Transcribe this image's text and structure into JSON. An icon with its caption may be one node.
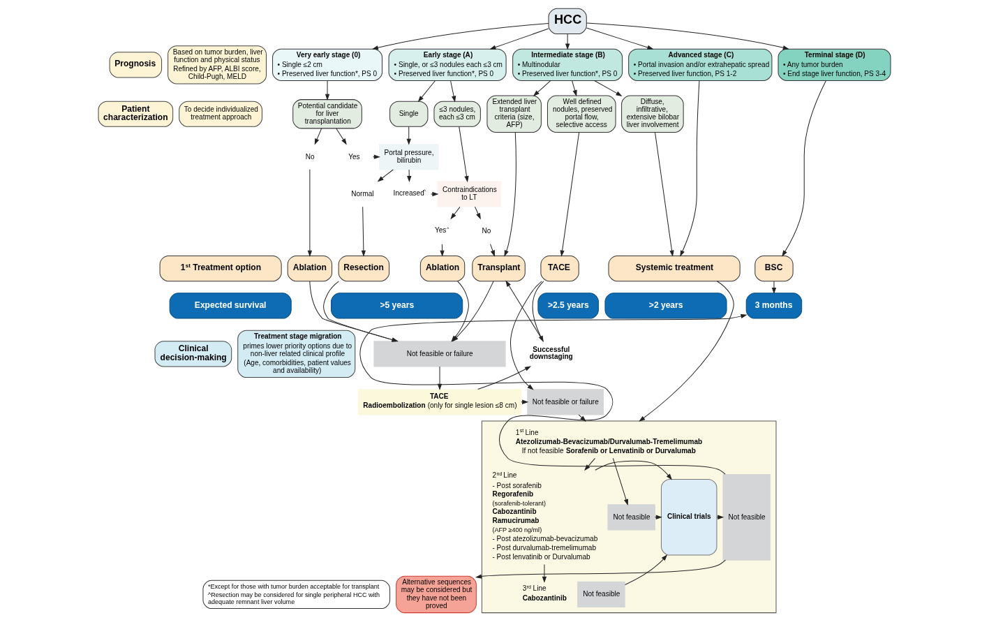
{
  "diagram": {
    "nodes": [
      {
        "text": [
          "HCC"
        ]
      },
      {
        "text": [
          "Prognosis"
        ]
      },
      {
        "text": [
          "Based on tumor burden, liver function and physical status",
          "Refined by AFP, ALBI score, Child-Pugh, MELD"
        ]
      },
      {
        "text": [
          "Very early stage (0)",
          "• Single ≤2 cm",
          "• Preserved liver function*, PS 0"
        ]
      },
      {
        "text": [
          "Early stage (A)",
          "• Single, or ≤3 nodules each ≤3 cm",
          "• Preserved liver function*, PS 0"
        ]
      },
      {
        "text": [
          "Intermediate stage (B)",
          "• Multinodular",
          "• Preserved liver function*, PS 0"
        ]
      },
      {
        "text": [
          "Advanced stage (C)",
          "• Portal invasion and/or extrahepatic spread",
          "• Preserved liver function, PS 1-2"
        ]
      },
      {
        "text": [
          "Terminal stage (D)",
          "• Any tumor burden",
          "• End stage liver function, PS 3-4"
        ]
      },
      {
        "text": [
          "Patient characterization"
        ]
      },
      {
        "text": [
          "To decide individualized treatment approach"
        ]
      },
      {
        "text": [
          "Potential candidate for liver transplantation"
        ]
      },
      {
        "text": [
          "Single"
        ]
      },
      {
        "text": [
          "≤3 nodules, each ≤3 cm"
        ]
      },
      {
        "text": [
          "Extended liver transplant criteria (size, AFP)"
        ]
      },
      {
        "text": [
          "Well defined nodules, preserved portal flow, selective access"
        ]
      },
      {
        "text": [
          "Diffuse, infiltrative, extensive bilobar liver involvement"
        ]
      },
      {
        "text": [
          "Portal pressure, bilirubin"
        ]
      },
      {
        "text": [
          "No"
        ]
      },
      {
        "text": [
          "Yes"
        ]
      },
      {
        "text": [
          "Contraindications to LT"
        ]
      },
      {
        "text": [
          "Normal"
        ]
      },
      {
        "text": [
          "Increased$^{^}$"
        ]
      },
      {
        "text": [
          "Yes$^{^}$"
        ]
      },
      {
        "text": [
          "No"
        ]
      },
      {
        "text": [
          "1$^{st}$ Treatment option"
        ]
      },
      {
        "text": [
          "Ablation"
        ]
      },
      {
        "text": [
          "Resection"
        ]
      },
      {
        "text": [
          "Ablation"
        ]
      },
      {
        "text": [
          "Transplant"
        ]
      },
      {
        "text": [
          "TACE"
        ]
      },
      {
        "text": [
          "Systemic treatment"
        ]
      },
      {
        "text": [
          "BSC"
        ]
      },
      {
        "text": [
          "Expected survival"
        ]
      },
      {
        "text": [
          ">5 years"
        ]
      },
      {
        "text": [
          ">2.5 years"
        ]
      },
      {
        "text": [
          ">2 years"
        ]
      },
      {
        "text": [
          "3 months"
        ]
      },
      {
        "text": [
          "Clinical decision-making"
        ]
      },
      {
        "text": [
          "Treatment stage migration",
          "primes lower priority options due to non-liver related clinical profile",
          "(Age, comorbidities, patient values and availability)"
        ]
      },
      {
        "text": [
          "Not feasible or failure"
        ]
      },
      {
        "text": [
          "Successful downstaging"
        ]
      },
      {
        "text": [],
        "shape": "box"
      },
      {
        "text": [
          "1$^{st}$ Line",
          "Atezolizumab-Bevacizumab/Durvalumab-Tremelimumab",
          "If not feasible **Sorafenib or Lenvatinib or Durvalumab**"
        ],
        "in": 41
      },
      {
        "text": [
          "2$^{nd}$ Line",
          "- Post sorafenib",
          "Regorafenib",
          "(sorafenib-tolerant)",
          "Cabozantinib",
          "Ramucirumab",
          "(AFP ≥400 ng/ml)",
          "- Post atezolizumab-bevacizumab",
          "- Post durvalumab-tremelimumab",
          "- Post lenvatinib or Durvalumab"
        ],
        "in": 41
      },
      {
        "text": [
          "Not feasible"
        ],
        "in": 41
      },
      {
        "text": [
          "Clinical trials"
        ],
        "in": 41
      },
      {
        "text": [
          "Not feasible"
        ],
        "in": 41
      },
      {
        "text": [
          "3$^{rd}$ Line",
          "Cabozantinib"
        ],
        "in": 41
      },
      {
        "text": [
          "Not feasible"
        ],
        "in": 41
      },
      {
        "text": [
          "TACE",
          "**Radioembolization** (only for single lesion ≤8 cm)"
        ]
      },
      {
        "text": [
          "Not feasible or failure"
        ]
      },
      {
        "text": [
          "Alternative sequences may be considered but they have not been proved"
        ]
      },
      {
        "text": [
          "*Except for those with tumor burden acceptable for transplant",
          "^Resection may be considered for single peripheral HCC with adequate remnant liver volume"
        ]
      }
    ],
    "edges": [
      {
        "from": 0,
        "to": 3,
        "arrow": "to"
      },
      {
        "from": 0,
        "to": 4,
        "arrow": "to"
      },
      {
        "from": 0,
        "to": 5,
        "arrow": "to"
      },
      {
        "from": 0,
        "to": 6,
        "arrow": "to"
      },
      {
        "from": 0,
        "to": 7,
        "arrow": "to"
      },
      {
        "from": 3,
        "to": 10,
        "arrow": "to"
      },
      {
        "from": 4,
        "to": 11,
        "arrow": "to"
      },
      {
        "from": 4,
        "to": 12,
        "arrow": "to"
      },
      {
        "from": 5,
        "to": 13,
        "arrow": "to"
      },
      {
        "from": 5,
        "to": 14,
        "arrow": "to"
      },
      {
        "from": 5,
        "to": 15,
        "arrow": "to"
      },
      {
        "from": 6,
        "to": 30,
        "arrow": "to"
      },
      {
        "from": 7,
        "to": 31,
        "arrow": "to"
      },
      {
        "from": 10,
        "to": 17,
        "arrow": "to"
      },
      {
        "from": 10,
        "to": 18,
        "arrow": "to"
      },
      {
        "from": 18,
        "to": 16,
        "arrow": "to"
      },
      {
        "from": 11,
        "to": 16,
        "arrow": "to"
      },
      {
        "from": 16,
        "to": 20,
        "arrow": "to"
      },
      {
        "from": 16,
        "to": 21,
        "arrow": "to"
      },
      {
        "from": 21,
        "to": 19,
        "arrow": "to"
      },
      {
        "from": 12,
        "to": 19,
        "arrow": "to"
      },
      {
        "from": 19,
        "to": 22,
        "arrow": "to"
      },
      {
        "from": 19,
        "to": 23,
        "arrow": "to"
      },
      {
        "from": 17,
        "to": 25,
        "arrow": "to"
      },
      {
        "from": 20,
        "to": 26,
        "arrow": "to"
      },
      {
        "from": 22,
        "to": 27,
        "arrow": "to"
      },
      {
        "from": 23,
        "to": 28,
        "arrow": "to"
      },
      {
        "from": 13,
        "to": 28,
        "arrow": "to"
      },
      {
        "from": 14,
        "to": 29,
        "arrow": "to"
      },
      {
        "from": 15,
        "to": 30,
        "arrow": "to"
      },
      {
        "from": 31,
        "to": 36,
        "arrow": "to"
      },
      {
        "from": 25,
        "to": 39,
        "arrow": "to"
      },
      {
        "from": 26,
        "to": 39,
        "arrow": "to"
      },
      {
        "from": 27,
        "to": 39,
        "arrow": "to"
      },
      {
        "from": 28,
        "to": 39,
        "arrow": "to"
      },
      {
        "from": 39,
        "to": 49,
        "arrow": "to"
      },
      {
        "from": 49,
        "to": 50,
        "arrow": "to"
      },
      {
        "from": 49,
        "to": 40,
        "arrow": "to"
      },
      {
        "from": 29,
        "to": 40,
        "arrow": "to"
      },
      {
        "from": 29,
        "to": 50,
        "arrow": "to"
      },
      {
        "from": 40,
        "to": 28,
        "arrow": "to"
      },
      {
        "from": 30,
        "to": 41,
        "arrow": "to"
      },
      {
        "from": 50,
        "to": 41,
        "arrow": "to"
      },
      {
        "from": 42,
        "to": 43,
        "arrow": "to"
      },
      {
        "from": 42,
        "to": 44,
        "arrow": "to"
      },
      {
        "from": 43,
        "to": 47,
        "arrow": "to"
      },
      {
        "from": 43,
        "to": 45,
        "arrow": "to"
      },
      {
        "from": 44,
        "to": 45,
        "arrow": "to"
      },
      {
        "from": 48,
        "to": 45,
        "arrow": "to"
      },
      {
        "from": 45,
        "to": 46,
        "arrow": "to"
      },
      {
        "from": 46,
        "to": 36,
        "arrow": "to"
      },
      {
        "from": 46,
        "to": 51,
        "arrow": "to"
      }
    ]
  }
}
